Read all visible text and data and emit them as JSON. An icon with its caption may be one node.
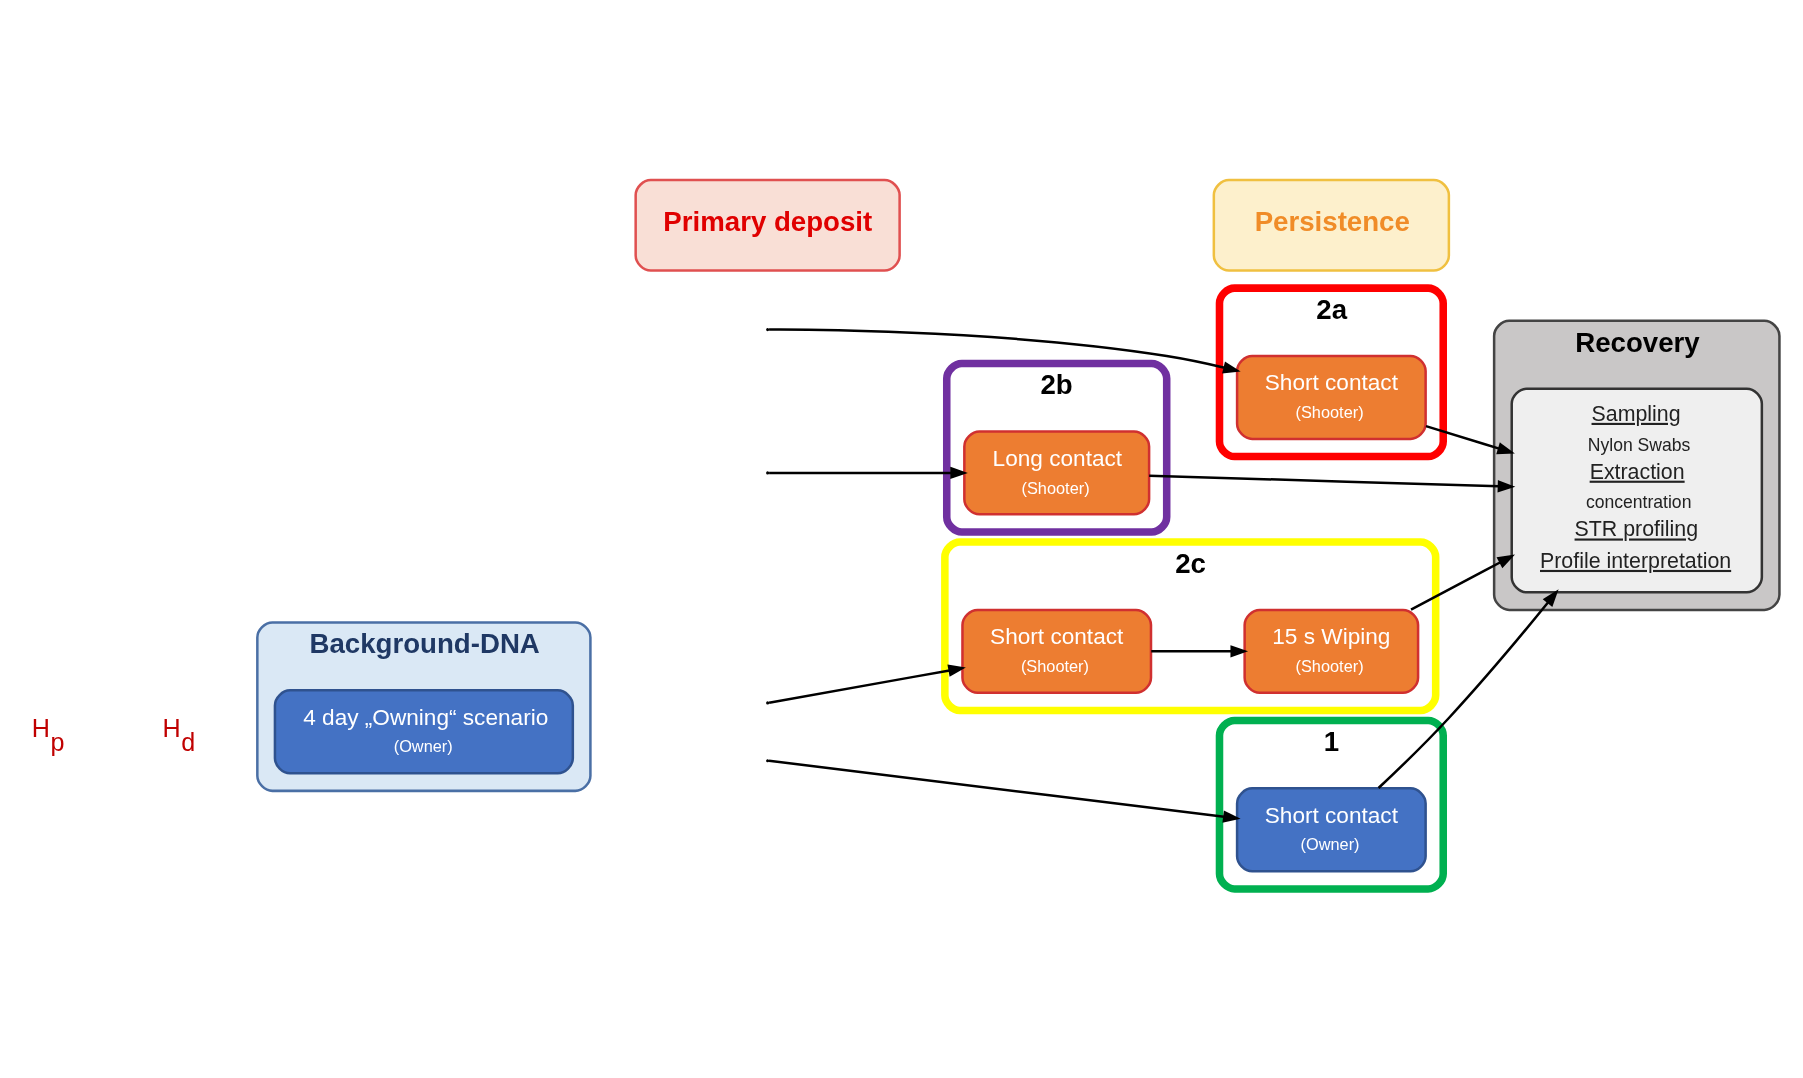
{
  "diagram": {
    "nodes": [
      {
        "text": [
          "Background-DNA"
        ]
      },
      {
        "text": [
          "4 day „Owning“ scenario",
          "(Owner)"
        ],
        "in": 0
      },
      {
        "text": [
          "Primary deposit"
        ]
      },
      {
        "text": [
          "Persistence"
        ]
      },
      {
        "text": [
          "Recovery"
        ]
      },
      {
        "text": [
          "Sampling",
          "Nylon Swabs",
          "Extraction",
          "concentration",
          "STR profiling",
          "Profile interpretation"
        ],
        "in": 4
      },
      {
        "text": [
          "1"
        ]
      },
      {
        "text": [
          "Short contact",
          "(Owner)"
        ],
        "in": 6
      },
      {
        "text": [
          "2a"
        ]
      },
      {
        "text": [
          "Short contact",
          "(Shooter)"
        ],
        "in": 8
      },
      {
        "text": [
          "2b"
        ]
      },
      {
        "text": [
          "Long contact",
          "(Shooter)"
        ],
        "in": 10
      },
      {
        "text": [
          "2c"
        ]
      },
      {
        "text": [
          "Short contact",
          "(Shooter)"
        ],
        "in": 12
      },
      {
        "text": [
          "15 s Wiping",
          "(Shooter)"
        ],
        "in": 12
      }
    ],
    "edges": [
      {
        "from": null,
        "to": 7,
        "arrow": "to"
      },
      {
        "from": 7,
        "to": 5,
        "arrow": "to"
      },
      {
        "from": null,
        "to": 9,
        "arrow": "to"
      },
      {
        "from": 9,
        "to": 5,
        "arrow": "to"
      },
      {
        "from": null,
        "to": 11,
        "arrow": "to"
      },
      {
        "from": 11,
        "to": 5,
        "arrow": "to"
      },
      {
        "from": null,
        "to": 13,
        "arrow": "to"
      },
      {
        "from": 13,
        "to": 14,
        "arrow": "to"
      },
      {
        "from": 14,
        "to": 5,
        "arrow": "to"
      }
    ],
    "labels": [
      "H$_{p}$",
      "H$_{d}$"
    ]
  }
}
